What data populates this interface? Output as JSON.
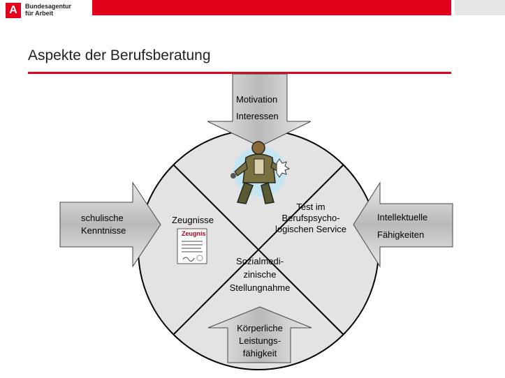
{
  "header": {
    "logo_text_line1": "Bundesagentur",
    "logo_text_line2": "für Arbeit",
    "brand_color": "#e2001a"
  },
  "title": "Aspekte der Berufsberatung",
  "diagram": {
    "top_arrow": {
      "line1": "Motivation",
      "line2": "Interessen"
    },
    "left_arrow": {
      "line1": "schulische",
      "line2": "Kenntnisse"
    },
    "right_arrow": {
      "line1": "Intellektuelle",
      "line2": "Fähigkeiten"
    },
    "bottom_arrow": {
      "line1": "Körperliche",
      "line2": "Leistungs-",
      "line3": "fähigkeit"
    },
    "left_segment": {
      "label": "Zeugnisse",
      "document_title": "Zeugnis"
    },
    "right_segment": {
      "line1": "Test im",
      "line2": "Berufspsycho-",
      "line3": "logischen Service"
    },
    "bottom_segment": {
      "line1": "Sozialmedi-",
      "line2": "zinische",
      "line3": "Stellungnahme"
    },
    "top_segment": {
      "illustration": "worker-clipart"
    }
  }
}
